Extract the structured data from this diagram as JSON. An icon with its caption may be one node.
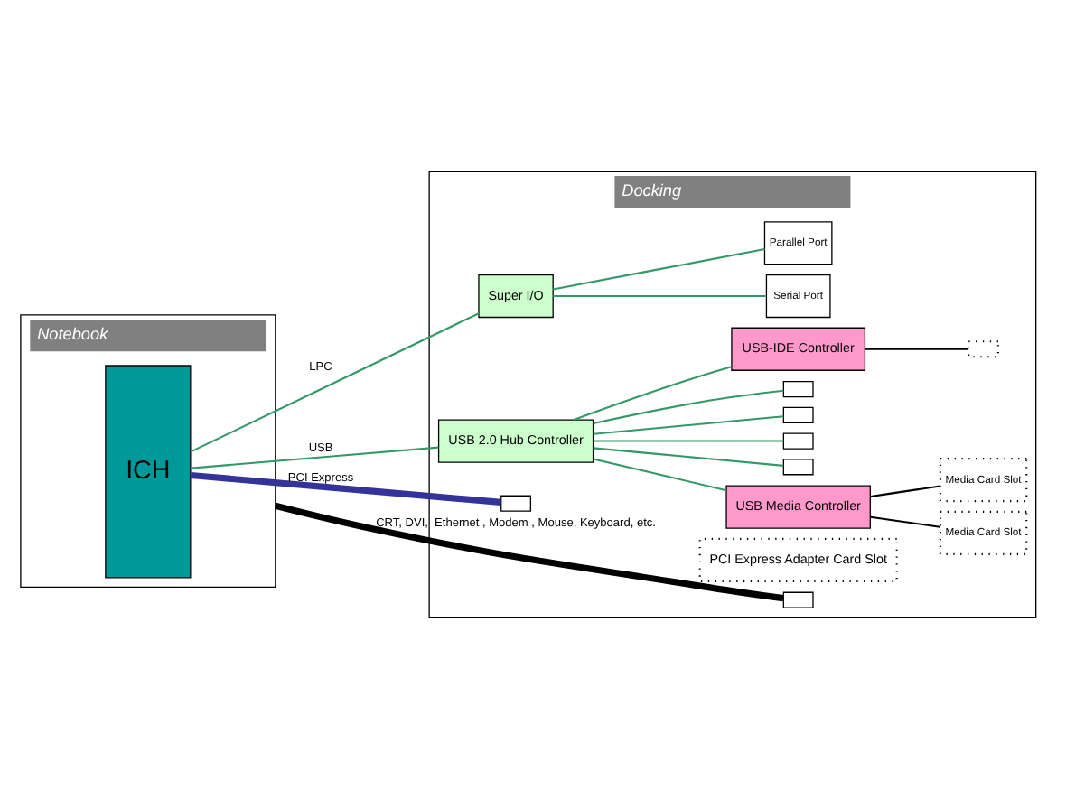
{
  "diagram": {
    "nodes": [
      {
        "text": [
          "Notebook"
        ]
      },
      {
        "text": [
          "Docking"
        ]
      },
      {
        "text": [
          "ICH"
        ],
        "in": 0
      },
      {
        "text": [
          "Super I/O"
        ],
        "in": 1
      },
      {
        "text": [
          "Serial Port"
        ],
        "in": 1
      },
      {
        "text": [
          "Parallel Port"
        ],
        "in": 1
      },
      {
        "text": [
          "USB 2.0 Hub Controller"
        ],
        "in": 1
      },
      {
        "text": [
          "USB Media Controller"
        ],
        "in": 1
      },
      {
        "text": [
          "Media Card Slot"
        ],
        "in": 1
      },
      {
        "text": [
          "Media Card Slot"
        ],
        "in": 1
      },
      {
        "text": [],
        "shape": "box",
        "in": 1
      },
      {
        "text": [],
        "shape": "box",
        "in": 1
      },
      {
        "text": [],
        "shape": "box",
        "in": 1
      },
      {
        "text": [],
        "shape": "box",
        "in": 1
      },
      {
        "text": [
          "USB-IDE Controller"
        ],
        "in": 1
      },
      {
        "text": [],
        "shape": "box",
        "in": 1
      },
      {
        "text": [],
        "shape": "box",
        "in": 1
      },
      {
        "text": [
          "PCI Express Adapter Card Slot"
        ],
        "in": 1
      },
      {
        "text": [],
        "shape": "box",
        "in": 1
      }
    ],
    "edges": [
      {
        "from": 0,
        "to": 18,
        "arrow": "none",
        "label": "CRT, DVI,  Ethernet , Modem , Mouse, Keyboard, etc.",
        "style": "thick",
        "color": "#000000"
      },
      {
        "from": 2,
        "to": 3,
        "arrow": "none",
        "label": "LPC"
      },
      {
        "from": 3,
        "to": 4,
        "arrow": "none"
      },
      {
        "from": 3,
        "to": 5,
        "arrow": "none"
      },
      {
        "from": 2,
        "to": 6,
        "arrow": "none",
        "label": "USB"
      },
      {
        "from": 6,
        "to": 7,
        "arrow": "none"
      },
      {
        "from": 7,
        "to": 8,
        "arrow": "none",
        "color": "#000000"
      },
      {
        "from": 7,
        "to": 9,
        "arrow": "none",
        "color": "#000000"
      },
      {
        "from": 6,
        "to": 10,
        "arrow": "none"
      },
      {
        "from": 6,
        "to": 11,
        "arrow": "none"
      },
      {
        "from": 6,
        "to": 12,
        "arrow": "none"
      },
      {
        "from": 6,
        "to": 13,
        "arrow": "none"
      },
      {
        "from": 6,
        "to": 14,
        "arrow": "none"
      },
      {
        "from": 14,
        "to": 15,
        "arrow": "none",
        "color": "#000000"
      },
      {
        "from": 2,
        "to": 16,
        "arrow": "none",
        "label": "PCI Express",
        "style": "thick",
        "color": "#333399"
      }
    ]
  }
}
